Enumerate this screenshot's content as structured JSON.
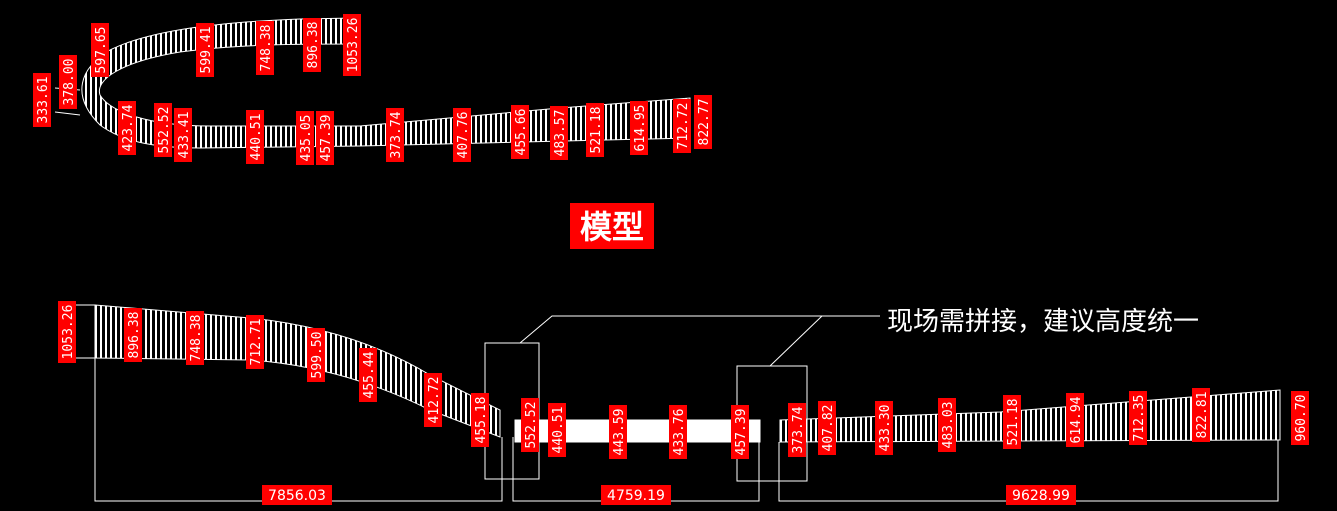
{
  "title": "模型",
  "annotation": "现场需拼接，建议高度统一",
  "colors": {
    "background": "#000000",
    "label_bg": "#ff0000",
    "line": "#ffffff"
  },
  "top_view_labels": [
    "333.61",
    "378.00",
    "597.65",
    "599.41",
    "748.38",
    "896.38",
    "1053.26",
    "423.74",
    "552.52",
    "433.41",
    "440.51",
    "435.05",
    "457.39",
    "373.74",
    "407.76",
    "455.66",
    "483.57",
    "521.18",
    "614.95",
    "712.72",
    "822.77"
  ],
  "profile_labels": [
    "1053.26",
    "896.38",
    "748.38",
    "712.71",
    "599.50",
    "455.44",
    "412.72",
    "455.18",
    "552.52",
    "440.51",
    "443.59",
    "433.76",
    "457.39",
    "373.74",
    "407.82",
    "433.30",
    "483.03",
    "521.18",
    "614.94",
    "712.35",
    "822.81",
    "960.70"
  ],
  "dimensions": [
    "7856.03",
    "4759.19",
    "9628.99"
  ]
}
